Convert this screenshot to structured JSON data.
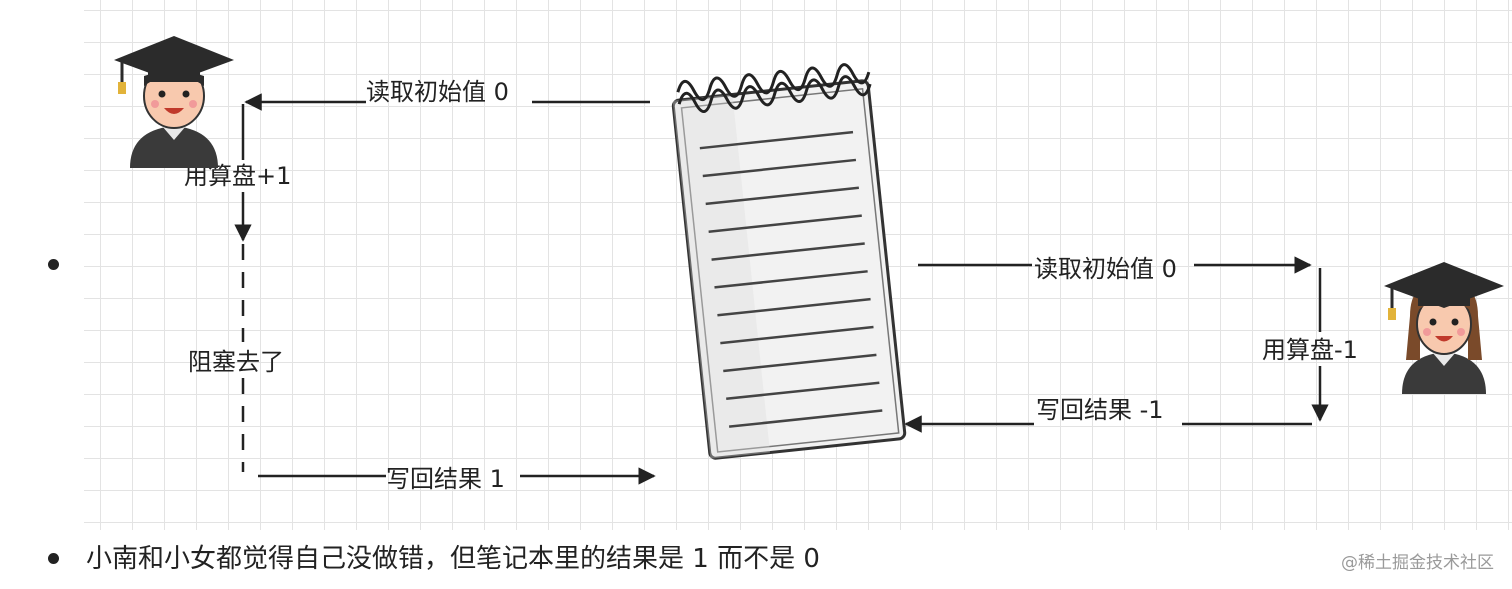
{
  "diagram": {
    "labels": {
      "left_read": "读取初始值 0",
      "left_abacus": "用算盘+1",
      "left_blocked": "阻塞去了",
      "left_write": "写回结果 1",
      "right_read": "读取初始值 0",
      "right_abacus": "用算盘-1",
      "right_write": "写回结果 -1"
    },
    "icons": {
      "left_person": "graduate-boy-icon",
      "right_person": "graduate-girl-icon",
      "center": "notebook-icon"
    }
  },
  "caption": "小南和小女都觉得自己没做错，但笔记本里的结果是 1 而不是 0",
  "watermark": "@稀土掘金技术社区",
  "colors": {
    "arrow": "#222222",
    "grid": "#e3e3e3",
    "text": "#222222",
    "watermark": "#9a9a9a"
  }
}
